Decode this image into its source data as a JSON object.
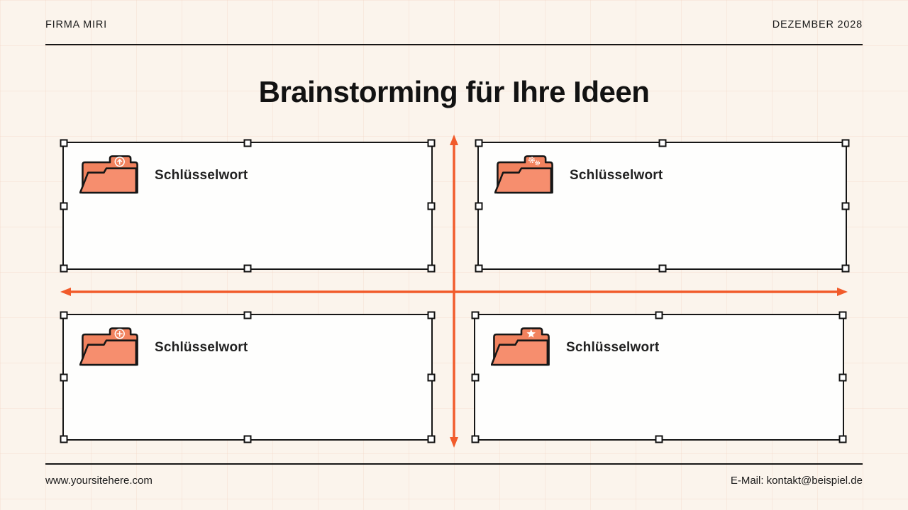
{
  "header": {
    "company": "FIRMA MIRI",
    "date": "DEZEMBER 2028"
  },
  "title": "Brainstorming für Ihre Ideen",
  "quadrants": [
    {
      "position": "top-left",
      "label": "Schlüsselwort",
      "icon": "folder-upload-icon"
    },
    {
      "position": "top-right",
      "label": "Schlüsselwort",
      "icon": "folder-settings-icon"
    },
    {
      "position": "bottom-left",
      "label": "Schlüsselwort",
      "icon": "folder-plus-icon"
    },
    {
      "position": "bottom-right",
      "label": "Schlüsselwort",
      "icon": "folder-star-icon"
    }
  ],
  "footer": {
    "website": "www.yoursitehere.com",
    "email": "E-Mail: kontakt@beispiel.de"
  },
  "colors": {
    "background": "#FBF4EC",
    "box_fill": "#FEFEFD",
    "outline_black": "#161616",
    "axis_orange": "#F15B2B",
    "folder_back": "#F1825E",
    "folder_front": "#F68E6E"
  }
}
